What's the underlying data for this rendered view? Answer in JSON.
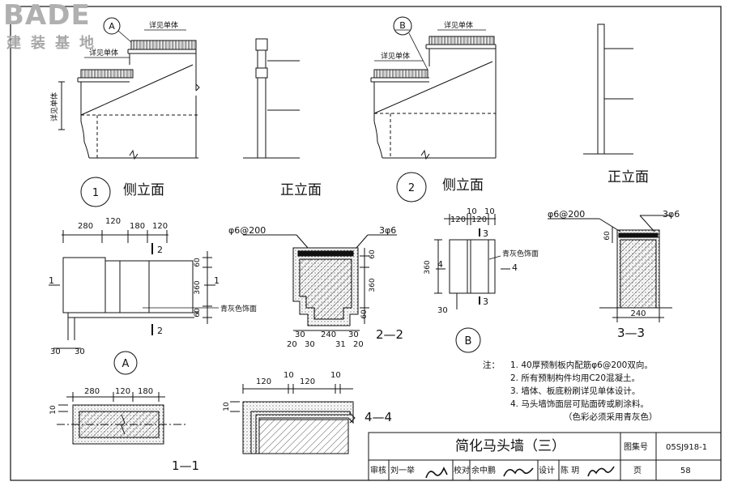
{
  "logo": {
    "brand": "BADE",
    "subtitle": "建装基地"
  },
  "views": {
    "v1_side_label": "侧立面",
    "v1_front_label": "正立面",
    "v2_side_label": "侧立面",
    "v2_front_label": "正立面",
    "v1_number": "1",
    "v2_number": "2",
    "marker_a": "A",
    "marker_b": "B",
    "see_detail": "详见单体"
  },
  "detail_a": {
    "dims_top": [
      "280",
      "120",
      "180",
      "120"
    ],
    "dims_right": [
      "60",
      "360",
      "60"
    ],
    "dims_bottom": [
      "30",
      "30"
    ],
    "section_1": "1",
    "section_2": "2",
    "finish": "青灰色饰面",
    "label": "A"
  },
  "detail_22": {
    "rebar_top": "φ6@200",
    "rebar_right": "3φ6",
    "dims_right": [
      "60",
      "360",
      "60"
    ],
    "dims_bottom_1": [
      "30",
      "240",
      "30"
    ],
    "dims_bottom_2": [
      "20",
      "30",
      "31",
      "20"
    ],
    "label": "2—2"
  },
  "detail_b": {
    "dims_top": [
      "120",
      "10",
      "120",
      "10"
    ],
    "dim_left": "360",
    "dim_bottom": "30",
    "section_3": "3",
    "section_4": "4",
    "finish": "青灰色饰面",
    "label": "B"
  },
  "detail_33": {
    "rebar_top": "φ6@200",
    "rebar_right": "3φ6",
    "dim_left": "60",
    "dim_bottom": "240",
    "label": "3—3"
  },
  "detail_11": {
    "dims_top": [
      "280",
      "120",
      "180"
    ],
    "dim_left": "10",
    "label": "1—1"
  },
  "detail_44": {
    "dims_top": [
      "120",
      "10",
      "120",
      "10"
    ],
    "dim_left": "10",
    "label": "4—4"
  },
  "notes": {
    "prefix": "注：",
    "items": [
      "1. 40厚预制板内配筋φ6@200双向。",
      "2. 所有预制构件均用C20混凝土。",
      "3. 墙体、板底粉刷详见单体设计。",
      "4. 马头墙饰面层可贴面砖或刷涂料。",
      "（色彩必须采用青灰色）"
    ]
  },
  "title_block": {
    "title": "简化马头墙（三）",
    "atlas_label": "图集号",
    "atlas_no": "05SJ918-1",
    "page_label": "页",
    "page_no": "58",
    "review_label": "审核",
    "review_name": "刘一举",
    "check_label": "校对",
    "check_name": "余中鹏",
    "design_label": "设计",
    "design_name": "陈 玥"
  },
  "colors": {
    "line": "#111111",
    "logo": "#b0b0b0",
    "paper": "#ffffff"
  }
}
